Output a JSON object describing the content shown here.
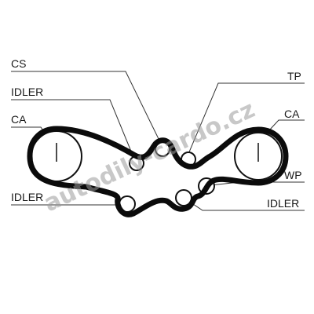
{
  "diagram": {
    "labels": {
      "cs": "CS",
      "tp": "TP",
      "idler_top_left": "IDLER",
      "ca_left": "CA",
      "ca_right": "CA",
      "wp": "WP",
      "idler_bottom_left": "IDLER",
      "idler_bottom_right": "IDLER"
    },
    "watermark": "autodily-cardo.cz",
    "colors": {
      "belt": "#0b0b0b",
      "text": "#1a1a1a",
      "watermark": "#9a9a9a"
    }
  }
}
